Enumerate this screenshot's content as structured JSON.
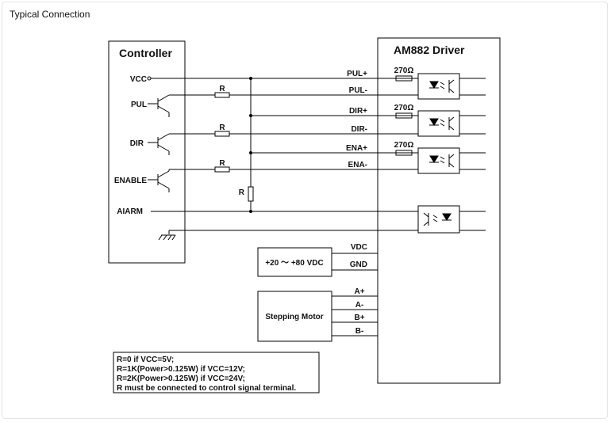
{
  "title": "Typical Connection",
  "controller": {
    "title": "Controller",
    "vcc": "VCC",
    "pul": "PUL",
    "dir": "DIR",
    "enable": "ENABLE",
    "alarm": "AIARM"
  },
  "driver": {
    "title": "AM882 Driver",
    "pul_plus": "PUL+",
    "pul_minus": "PUL-",
    "dir_plus": "DIR+",
    "dir_minus": "DIR-",
    "ena_plus": "ENA+",
    "ena_minus": "ENA-",
    "resistor_1": "270Ω",
    "resistor_2": "270Ω",
    "resistor_3": "270Ω",
    "vdc": "VDC",
    "gnd": "GND",
    "a_plus": "A+",
    "a_minus": "A-",
    "b_plus": "B+",
    "b_minus": "B-"
  },
  "resistors": {
    "r_pul": "R",
    "r_dir": "R",
    "r_ena": "R",
    "r_pull": "R"
  },
  "power_supply": {
    "label": "+20 ～ +80 VDC"
  },
  "motor": {
    "label": "Stepping Motor"
  },
  "notes": [
    "R=0 if VCC=5V;",
    "R=1K(Power>0.125W) if VCC=12V;",
    "R=2K(Power>0.125W) if VCC=24V;",
    "R must be connected to control signal terminal."
  ]
}
